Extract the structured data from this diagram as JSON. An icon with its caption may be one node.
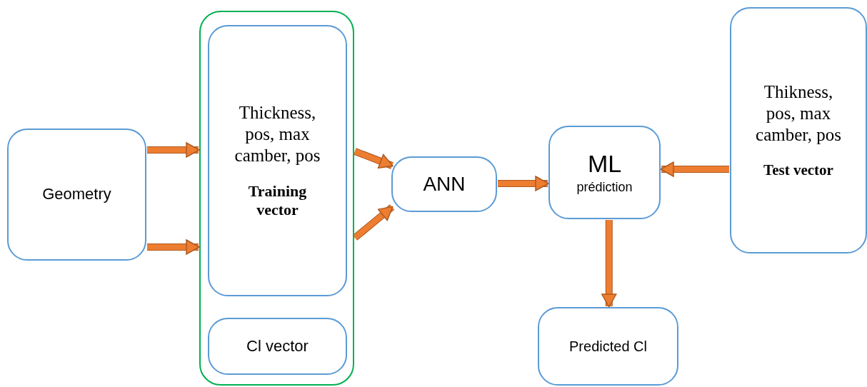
{
  "diagram": {
    "nodes": [
      {
        "text": [
          "Geometry"
        ]
      },
      {
        "text": [],
        "shape": "box"
      },
      {
        "text": [
          "Thickness, pos, max camber, pos",
          "Training vector"
        ],
        "in": 1
      },
      {
        "text": [
          "Cl vector"
        ],
        "in": 1
      },
      {
        "text": [
          "ANN"
        ]
      },
      {
        "text": [
          "ML",
          "prédiction"
        ]
      },
      {
        "text": [
          "Thikness, pos, max camber, pos",
          "Test vector"
        ]
      },
      {
        "text": [
          "Predicted Cl"
        ]
      }
    ],
    "edges": [
      {
        "from": 0,
        "to": 1,
        "arrow": "to"
      },
      {
        "from": 0,
        "to": 1,
        "arrow": "to"
      },
      {
        "from": 1,
        "to": 4,
        "arrow": "to"
      },
      {
        "from": 1,
        "to": 4,
        "arrow": "to"
      },
      {
        "from": 4,
        "to": 5,
        "arrow": "to"
      },
      {
        "from": 6,
        "to": 5,
        "arrow": "to"
      },
      {
        "from": 5,
        "to": 7,
        "arrow": "to"
      }
    ]
  }
}
